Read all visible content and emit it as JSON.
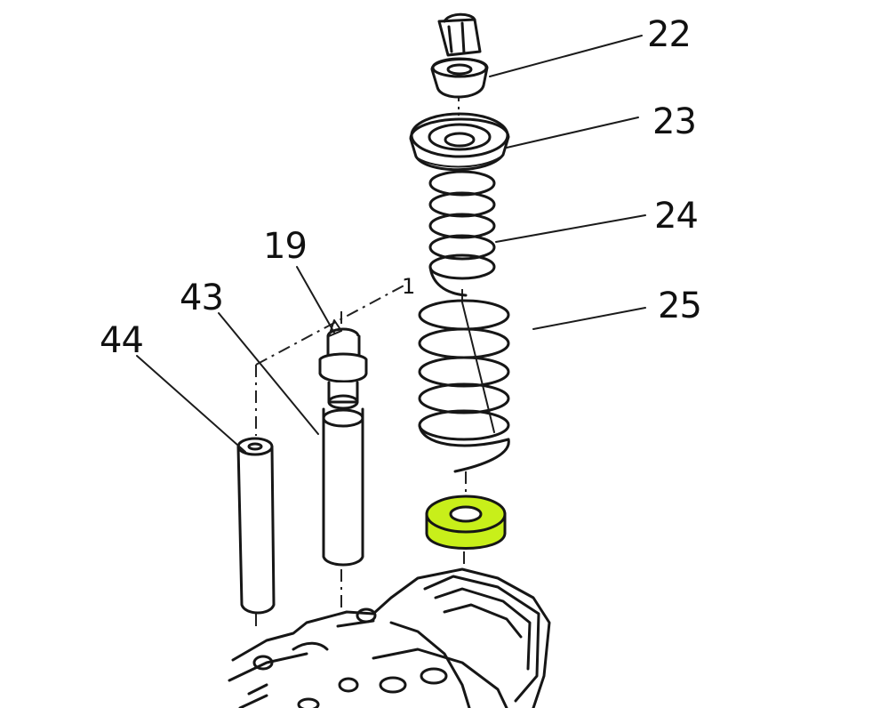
{
  "diagram": {
    "callouts": [
      {
        "id": "22",
        "label": "22"
      },
      {
        "id": "23",
        "label": "23"
      },
      {
        "id": "24",
        "label": "24"
      },
      {
        "id": "25",
        "label": "25"
      },
      {
        "id": "19",
        "label": "19"
      },
      {
        "id": "43",
        "label": "43"
      },
      {
        "id": "44",
        "label": "44"
      },
      {
        "id": "axis-mark",
        "label": "1"
      }
    ],
    "highlight_color": "#c8ef1a",
    "line_color": "#161616"
  }
}
